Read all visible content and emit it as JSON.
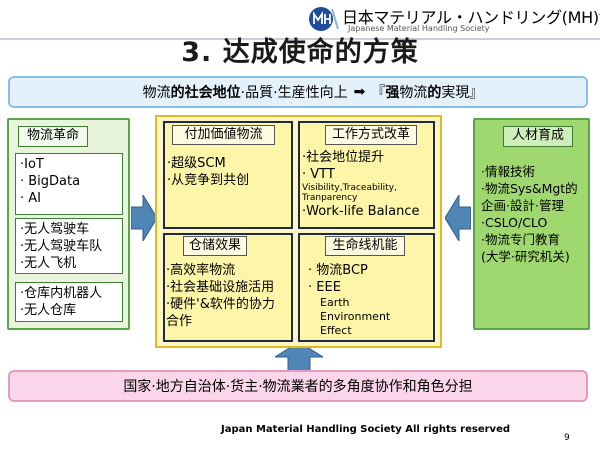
{
  "header": {
    "org_name_jp": "日本マテリアル・ハンドリング(MH)協会",
    "org_name_en": "Japanese Material Handling Society",
    "logo_letters": "MH",
    "title": "3. 达成使命的方策"
  },
  "banner_top": {
    "text_a": "物流",
    "text_b": "的社会地位",
    "text_c": "·品質·生産性向上 ",
    "arrow": "➡",
    "text_d": "『",
    "text_e": "强",
    "text_f": "物流",
    "text_g": "的",
    "text_h": "実現』"
  },
  "left_column": {
    "title": "物流革命",
    "group1": [
      "·IoT",
      "· BigData",
      "· AI"
    ],
    "group2": [
      "·无人驾驶车",
      "·无人驾驶车队",
      "·无人飞机"
    ],
    "group3": [
      "·仓库内机器人",
      "·无人仓库"
    ]
  },
  "right_column": {
    "title": "人材育成",
    "items": [
      "·情報技術",
      "·物流Sys&Mgt的",
      "企画·設計·管理",
      "·CSLO/CLO",
      "·物流专门教育",
      "(大学·研究机关)"
    ]
  },
  "center": {
    "box1": {
      "title": "付加価値物流",
      "items": [
        "·超级SCM",
        "·从竞争到共创"
      ]
    },
    "box2": {
      "title": "工作方式改革",
      "items": [
        "·社会地位提升",
        "· VTT"
      ],
      "small_items": [
        "Visibility,Traceability,",
        "Tranparency"
      ],
      "last_item": "·Work-life Balance"
    },
    "box3": {
      "title": "仓储效果",
      "items": [
        "·高效率物流",
        "·社会基础设施活用",
        "·硬件'&软件的协力",
        " 合作"
      ]
    },
    "box4": {
      "title": "生命线机能",
      "items": [
        "· 物流BCP",
        "· EEE"
      ],
      "sub_items": [
        "Earth",
        "Environment",
        "Effect"
      ]
    }
  },
  "banner_bottom": {
    "text": "国家·地方自治体·货主·物流業者的多角度协作和角色分担"
  },
  "footer": {
    "copyright": "Japan Material Handling Society  All rights reserved",
    "page": "9"
  },
  "colors": {
    "top_banner_bg": "#e4f1fa",
    "left_column_bg": "#e8f5dc",
    "right_column_bg": "#9fd86e",
    "center_bg": "#fff6c2",
    "center_box_bg": "#fdf5a8",
    "bottom_banner_bg": "#fbd6ea",
    "arrow": "#4f86b5"
  }
}
